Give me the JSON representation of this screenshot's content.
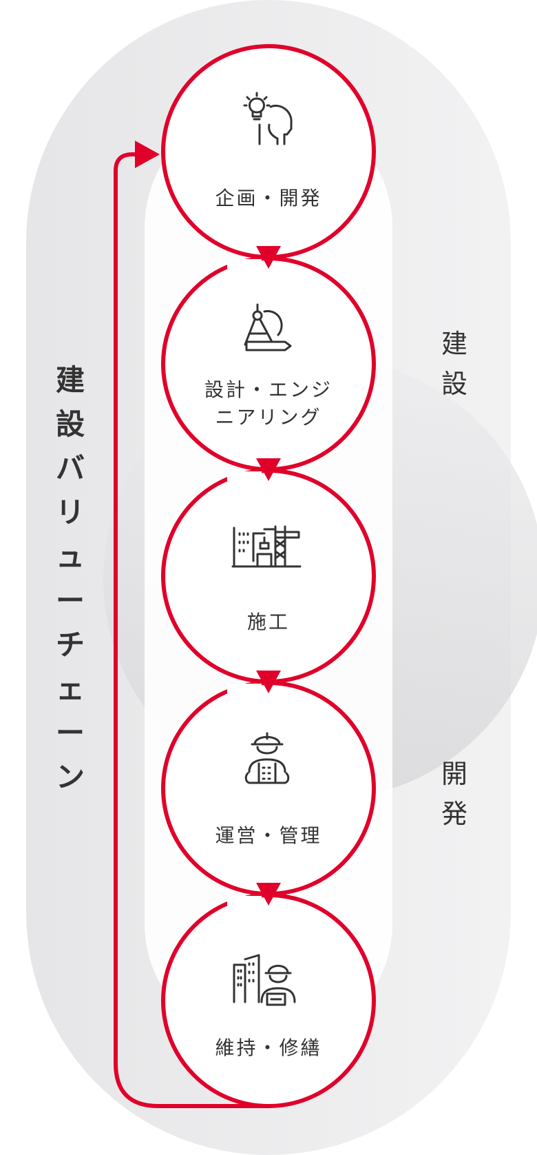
{
  "value_chain_label": [
    "建",
    "設",
    "バ",
    "リ",
    "ュ",
    "ー",
    "チ",
    "ェ",
    "ー",
    "ン"
  ],
  "side_label_upper": [
    "建",
    "設"
  ],
  "side_label_lower": [
    "開",
    "発"
  ],
  "stages": [
    {
      "label": "企画・開発",
      "icon": "idea-head-icon"
    },
    {
      "label": "設計・エンジ\nニアリング",
      "icon": "compass-drafting-icon"
    },
    {
      "label": "施工",
      "icon": "construction-crane-icon"
    },
    {
      "label": "運営・管理",
      "icon": "worker-building-icon"
    },
    {
      "label": "維持・修繕",
      "icon": "engineer-maintenance-icon"
    }
  ],
  "colors": {
    "accent": "#e0002a",
    "outer_band": "#ebebeb",
    "overlap": "#d9d9db",
    "text": "#333333",
    "icon": "#333333"
  }
}
